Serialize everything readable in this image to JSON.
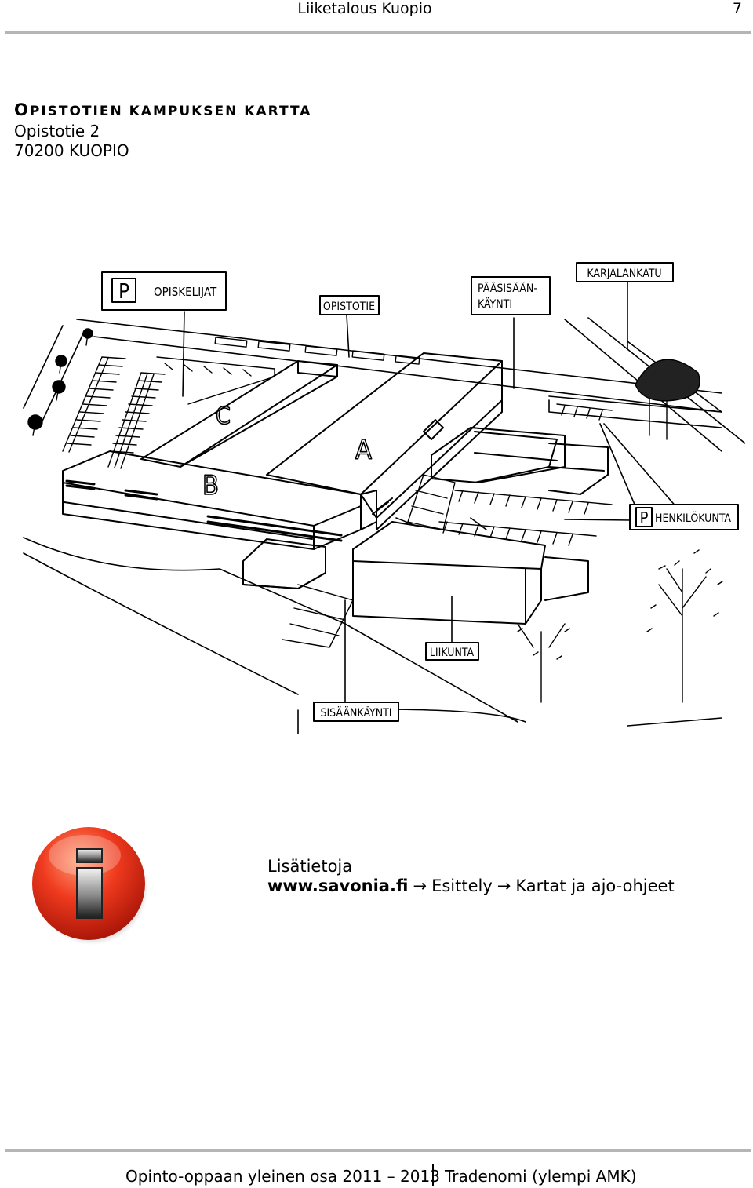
{
  "header": {
    "title": "Liiketalous Kuopio",
    "page_number": "7"
  },
  "section": {
    "heading_first": "O",
    "heading_rest": "PISTOTIEN KAMPUKSEN KARTTA",
    "address_line1": "Opistotie 2",
    "address_line2": "70200 KUOPIO"
  },
  "map": {
    "labels": {
      "parking_symbol": "P",
      "opiskelijat": "OPISKELIJAT",
      "opistotie": "OPISTOTIE",
      "paasisaankaynti_1": "PÄÄSISÄÄN-",
      "paasisaankaynti_2": "KÄYNTI",
      "karjalankatu": "KARJALANKATU",
      "henkilokunta": "HENKILÖKUNTA",
      "liikunta": "LIIKUNTA",
      "sisaankaynti": "SISÄÄNKÄYNTI",
      "building_a": "A",
      "building_b": "B",
      "building_c": "C"
    }
  },
  "info": {
    "title": "Lisätietoja",
    "url": "www.savonia.fi",
    "arrow": "→",
    "step1": "Esittely",
    "step2": "Kartat ja ajo-ohjeet"
  },
  "footer": {
    "left": "Opinto-oppaan yleinen osa 2011 – 2013",
    "right": "Tradenomi (ylempi AMK)"
  }
}
